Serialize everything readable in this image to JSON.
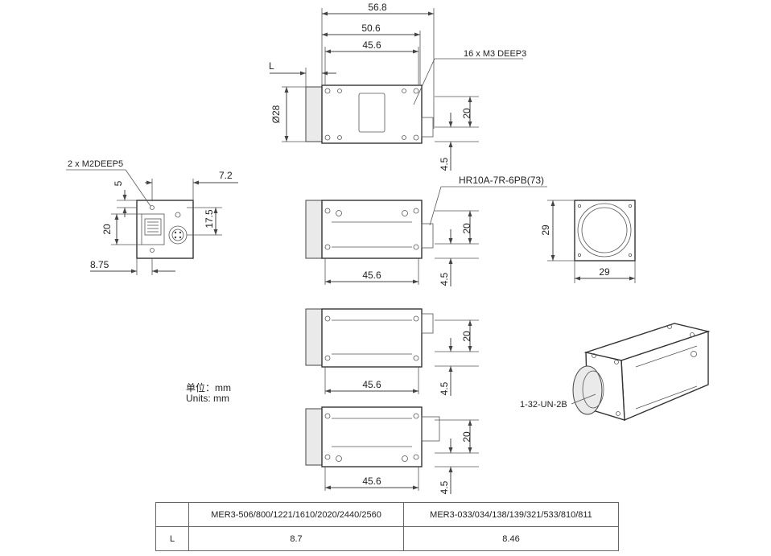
{
  "dimensions": {
    "top_overall": "56.8",
    "top_inner": "50.6",
    "top_hole_spacing": "45.6",
    "l_label": "L",
    "lens_dia": "Ø28",
    "hole_offset_top": "20",
    "hole_offset_small": "4.5",
    "rear_hole_note": "2 x  M2DEEP5",
    "rear_5": "5",
    "rear_7_2": "7.2",
    "rear_20": "20",
    "rear_17_5": "17.5",
    "rear_8_75": "8.75",
    "side1_spacing": "45.6",
    "side1_20": "20",
    "side1_4_5": "4.5",
    "front_height": "29",
    "front_width": "29",
    "side2_spacing": "45.6",
    "side2_20": "20",
    "side2_4_5": "4.5",
    "side3_spacing": "45.6",
    "side3_20": "20",
    "side3_4_5": "4.5"
  },
  "notes": {
    "top_holes": "16 x  M3 DEEP3",
    "connector": "HR10A-7R-6PB(73)",
    "mount": "1-32-UN-2B",
    "units_cn": "单位：mm",
    "units_en": "Units: mm"
  },
  "table": {
    "header_1": "MER3-506/800/1221/1610/2020/2440/2560",
    "header_2": "MER3-033/034/138/139/321/533/810/811",
    "row_label": "L",
    "value_1": "8.7",
    "value_2": "8.46"
  }
}
